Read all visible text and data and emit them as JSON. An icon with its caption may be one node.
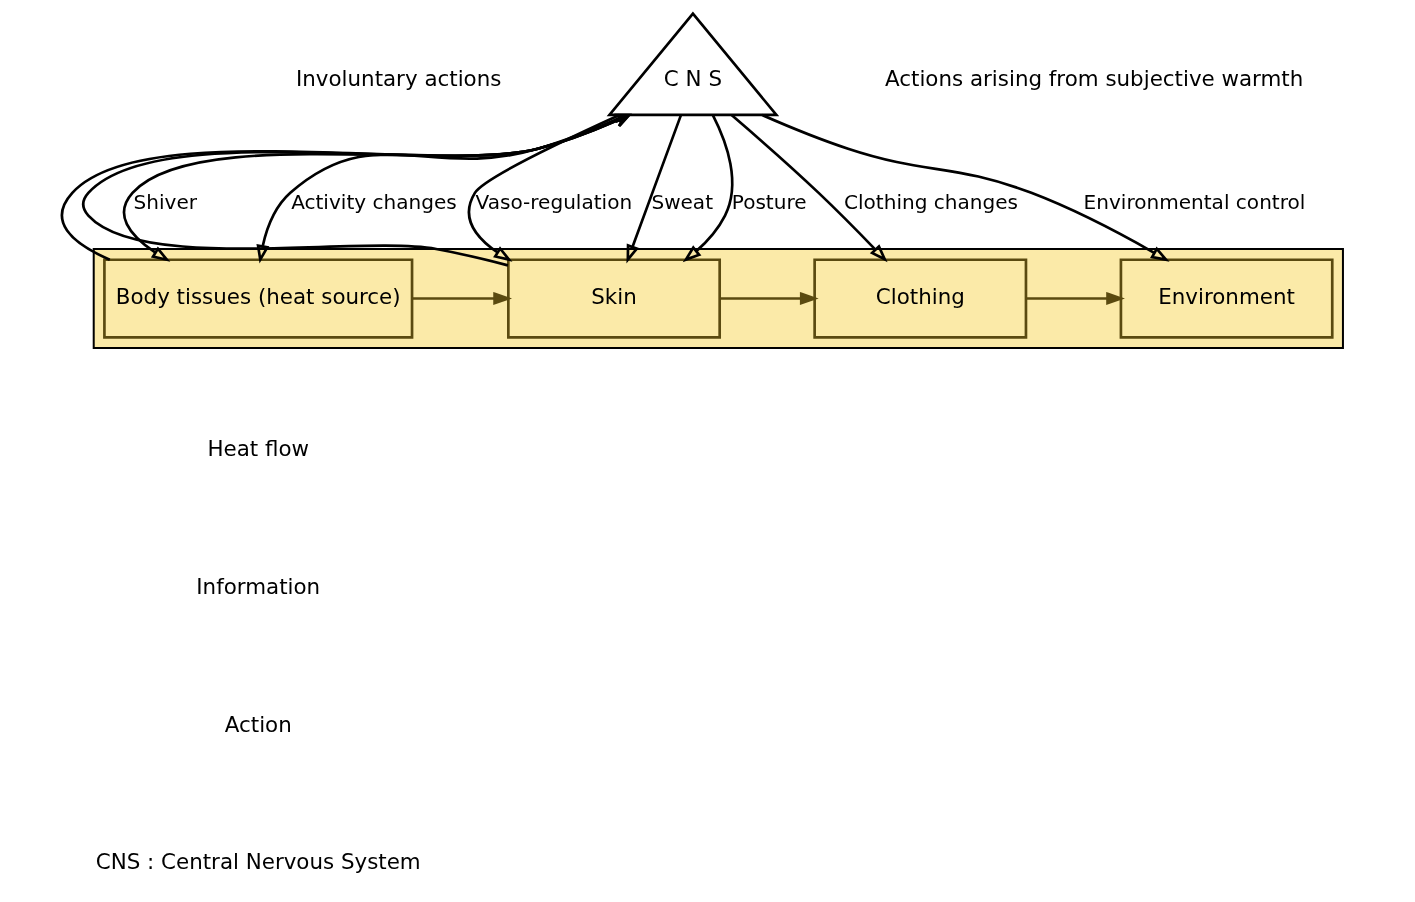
{
  "diagram": {
    "nodes": [
      {
        "text": [],
        "shape": "box"
      },
      {
        "text": [
          "Body tissues (heat source)"
        ],
        "in": 0
      },
      {
        "text": [
          "Skin"
        ],
        "in": 0
      },
      {
        "text": [
          "Clothing"
        ],
        "in": 0
      },
      {
        "text": [
          "Environment"
        ],
        "in": 0
      },
      {
        "text": [
          "C N S"
        ]
      }
    ],
    "edges": [
      {
        "from": 1,
        "to": 2,
        "arrow": "to",
        "color": "#5a4a10"
      },
      {
        "from": 2,
        "to": 3,
        "arrow": "to",
        "color": "#5a4a10"
      },
      {
        "from": 3,
        "to": 4,
        "arrow": "to",
        "color": "#5a4a10"
      },
      {
        "from": 5,
        "to": 1,
        "arrow": "to",
        "label": "Shiver"
      },
      {
        "from": 5,
        "to": 2,
        "arrow": "to",
        "label": "Vaso-regulation"
      },
      {
        "from": 5,
        "to": 2,
        "arrow": "to",
        "label": "Sweat"
      },
      {
        "from": 1,
        "to": 5,
        "arrow": "to"
      },
      {
        "from": 2,
        "to": 5,
        "arrow": "to"
      },
      {
        "from": 5,
        "to": 1,
        "arrow": "to",
        "label": "Activity changes"
      },
      {
        "from": 5,
        "to": 4,
        "arrow": "to",
        "label": "Environmental control"
      },
      {
        "from": 5,
        "to": 3,
        "arrow": "to",
        "label": "Clothing changes"
      },
      {
        "from": 5,
        "to": 2,
        "arrow": "to",
        "label": "Posture"
      }
    ],
    "labels": [
      "Involuntary actions",
      "Actions arising from subjective warmth",
      "CNS : Central Nervous System"
    ],
    "legend": [
      {
        "text": "Heat flow"
      },
      {
        "text": "Information"
      },
      {
        "text": "Action"
      }
    ]
  }
}
